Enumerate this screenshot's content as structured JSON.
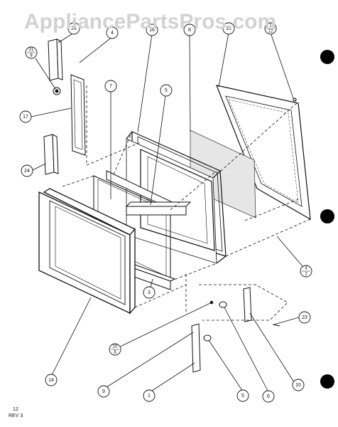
{
  "watermark": "AppliancePartsPros.com",
  "footer": {
    "page": "12",
    "rev": "REV 3"
  },
  "callouts": [
    {
      "id": "c-24-top",
      "text": "24"
    },
    {
      "id": "c-4-top",
      "text": "4"
    },
    {
      "id": "c-21-8",
      "num": "21",
      "den": "8"
    },
    {
      "id": "c-17",
      "text": "17"
    },
    {
      "id": "c-24-bot",
      "text": "24"
    },
    {
      "id": "c-16",
      "text": "16"
    },
    {
      "id": "c-8-top",
      "text": "8"
    },
    {
      "id": "c-19",
      "text": "19"
    },
    {
      "id": "c-1-12",
      "num": "1",
      "den": "12"
    },
    {
      "id": "c-7",
      "text": "7"
    },
    {
      "id": "c-5-top",
      "text": "5"
    },
    {
      "id": "c-4-2",
      "num": "4",
      "den": "2"
    },
    {
      "id": "c-3",
      "text": "3"
    },
    {
      "id": "c-14",
      "text": "14"
    },
    {
      "id": "c-20-8",
      "num": "20",
      "den": "8"
    },
    {
      "id": "c-23",
      "text": "23"
    },
    {
      "id": "c-9",
      "text": "9"
    },
    {
      "id": "c-1",
      "text": "1"
    },
    {
      "id": "c-5-bot",
      "text": "5"
    },
    {
      "id": "c-6",
      "text": "6"
    },
    {
      "id": "c-10",
      "text": "10"
    }
  ]
}
